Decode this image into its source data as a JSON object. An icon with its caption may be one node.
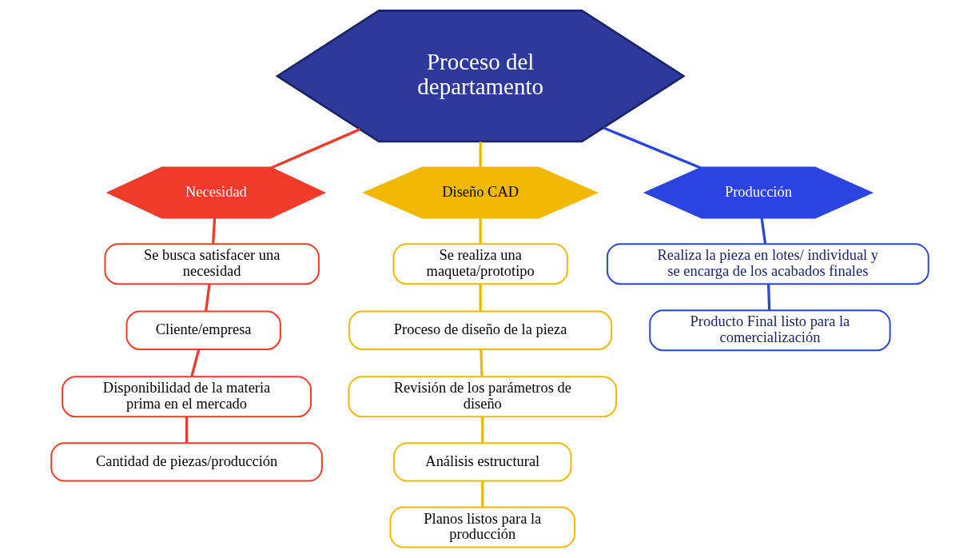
{
  "diagram": {
    "nodes": [
      {
        "text": [
          "Proceso del departamento"
        ]
      },
      {
        "text": [
          "Necesidad"
        ]
      },
      {
        "text": [
          "Diseño CAD"
        ]
      },
      {
        "text": [
          "Producción"
        ]
      },
      {
        "text": [
          "Se busca satisfacer una necesidad"
        ]
      },
      {
        "text": [
          "Cliente/empresa"
        ]
      },
      {
        "text": [
          "Disponibilidad de la materia prima en el mercado"
        ]
      },
      {
        "text": [
          "Cantidad de piezas/producción"
        ]
      },
      {
        "text": [
          "Se realiza una maqueta/prototipo"
        ]
      },
      {
        "text": [
          "Proceso de diseño de la pieza"
        ]
      },
      {
        "text": [
          "Revisión de los parámetros de diseño"
        ]
      },
      {
        "text": [
          "Análisis estructural"
        ]
      },
      {
        "text": [
          "Planos listos para la producción"
        ]
      },
      {
        "text": [
          "Realiza la pieza en lotes/ individual y se encarga de los acabados finales"
        ]
      },
      {
        "text": [
          "Producto Final listo para la comercialización"
        ]
      }
    ],
    "edges": [
      {
        "from": 0,
        "to": 1,
        "arrow": "none",
        "color": "#f03a2a"
      },
      {
        "from": 0,
        "to": 2,
        "arrow": "none",
        "color": "#f0b800"
      },
      {
        "from": 0,
        "to": 3,
        "arrow": "none",
        "color": "#2a44e0"
      },
      {
        "from": 1,
        "to": 4,
        "arrow": "none",
        "color": "#f03a2a"
      },
      {
        "from": 4,
        "to": 5,
        "arrow": "none",
        "color": "#f03a2a"
      },
      {
        "from": 5,
        "to": 6,
        "arrow": "none",
        "color": "#f03a2a"
      },
      {
        "from": 6,
        "to": 7,
        "arrow": "none",
        "color": "#f03a2a"
      },
      {
        "from": 2,
        "to": 8,
        "arrow": "none",
        "color": "#f0b800"
      },
      {
        "from": 8,
        "to": 9,
        "arrow": "none",
        "color": "#f0b800"
      },
      {
        "from": 9,
        "to": 10,
        "arrow": "none",
        "color": "#f0b800"
      },
      {
        "from": 10,
        "to": 11,
        "arrow": "none",
        "color": "#f0b800"
      },
      {
        "from": 11,
        "to": 12,
        "arrow": "none",
        "color": "#f0b800"
      },
      {
        "from": 3,
        "to": 13,
        "arrow": "none",
        "color": "#2a44e0"
      },
      {
        "from": 13,
        "to": 14,
        "arrow": "none",
        "color": "#2a44e0"
      }
    ]
  }
}
